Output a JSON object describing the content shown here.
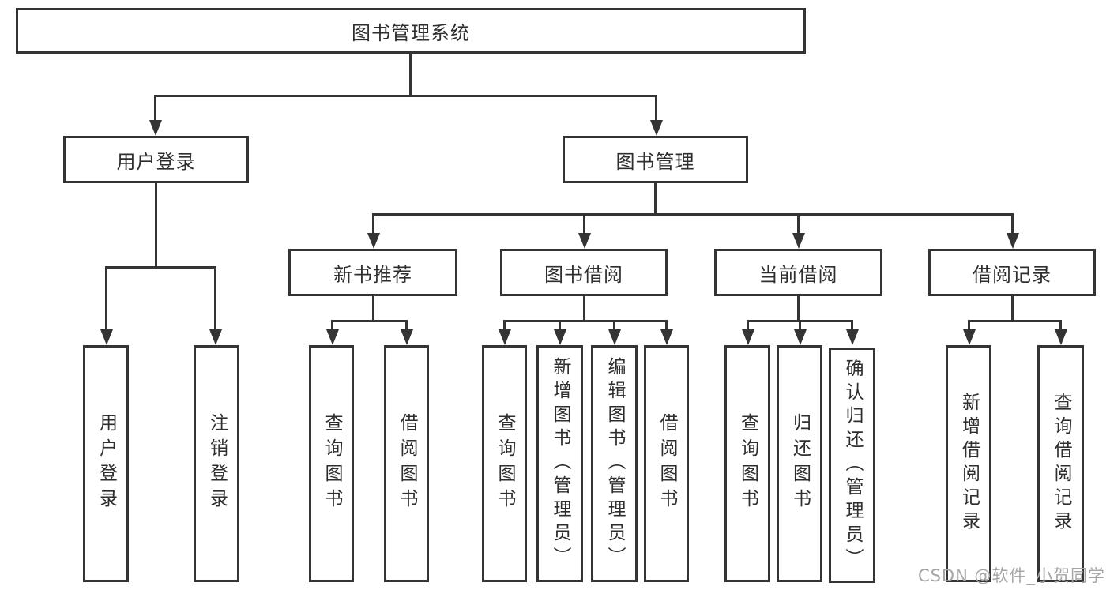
{
  "diagram": {
    "title": "图书管理系统",
    "level2": {
      "user_login": "用户登录",
      "book_management": "图书管理"
    },
    "level3": {
      "new_book_recommend": "新书推荐",
      "book_borrow": "图书借阅",
      "current_borrow": "当前借阅",
      "borrow_records": "借阅记录"
    },
    "leaves": {
      "user": [
        "用户登录",
        "注销登录"
      ],
      "recommend": [
        "查询图书",
        "借阅图书"
      ],
      "borrow": [
        "查询图书",
        "新增图书（管理员）",
        "编辑图书（管理员）",
        "借阅图书"
      ],
      "current": [
        "查询图书",
        "归还图书",
        "确认归还（管理员）"
      ],
      "records": [
        "新增借阅记录",
        "查询借阅记录"
      ]
    },
    "watermark": "CSDN @软件_小贺同学",
    "colors": {
      "line": "#343434",
      "text": "#2e2e2e",
      "watermark": "#a6a6a6",
      "background": "#ffffff"
    }
  }
}
